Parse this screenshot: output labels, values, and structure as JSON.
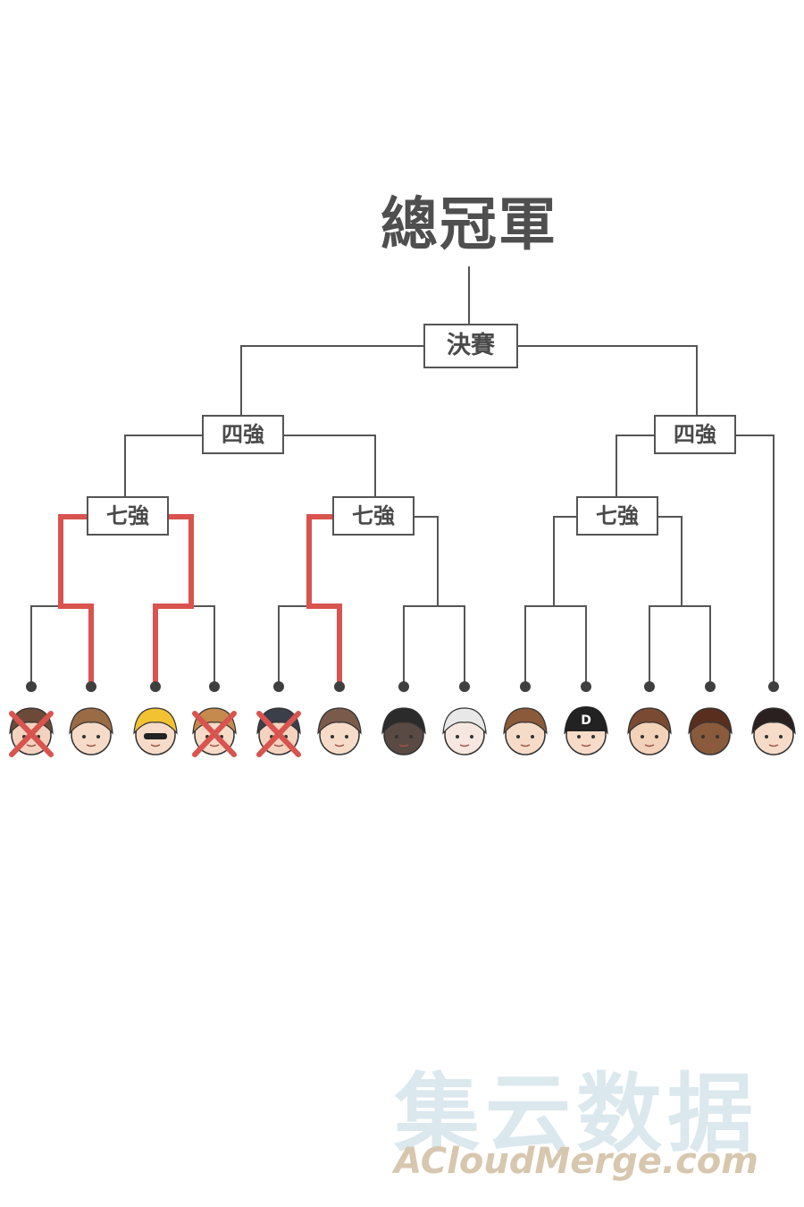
{
  "bracket": {
    "title": "總冠軍",
    "final_label": "決賽",
    "semifinal_label": "四強",
    "quarterfinal_label": "七強"
  },
  "colors": {
    "line": "#555555",
    "advance_path": "#d9534f",
    "eliminated_x": "#d9534f",
    "text": "#4f4f4f"
  },
  "participants": [
    {
      "id": "p1",
      "eliminated": true,
      "advanced": false
    },
    {
      "id": "p2",
      "eliminated": false,
      "advanced": true
    },
    {
      "id": "p3",
      "eliminated": false,
      "advanced": true
    },
    {
      "id": "p4",
      "eliminated": true,
      "advanced": false
    },
    {
      "id": "p5",
      "eliminated": true,
      "advanced": false
    },
    {
      "id": "p6",
      "eliminated": false,
      "advanced": true
    },
    {
      "id": "p7",
      "eliminated": false,
      "advanced": false
    },
    {
      "id": "p8",
      "eliminated": false,
      "advanced": false
    },
    {
      "id": "p9",
      "eliminated": false,
      "advanced": false
    },
    {
      "id": "p10",
      "eliminated": false,
      "advanced": false,
      "cap_letter": "D"
    },
    {
      "id": "p11",
      "eliminated": false,
      "advanced": false
    },
    {
      "id": "p12",
      "eliminated": false,
      "advanced": false
    },
    {
      "id": "p13",
      "eliminated": false,
      "advanced": false
    }
  ],
  "watermark": {
    "cn": "集云数据",
    "en": "ACloudMerge.com"
  }
}
